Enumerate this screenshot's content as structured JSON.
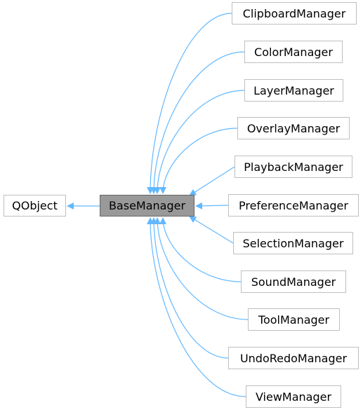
{
  "diagram": {
    "root": "QObject",
    "base": "BaseManager",
    "children": [
      "ClipboardManager",
      "ColorManager",
      "LayerManager",
      "OverlayManager",
      "PlaybackManager",
      "PreferenceManager",
      "SelectionManager",
      "SoundManager",
      "ToolManager",
      "UndoRedoManager",
      "ViewManager"
    ],
    "colors": {
      "edge": "#63b8ff",
      "node_border": "#bfbfbf",
      "base_fill": "#999999"
    }
  }
}
